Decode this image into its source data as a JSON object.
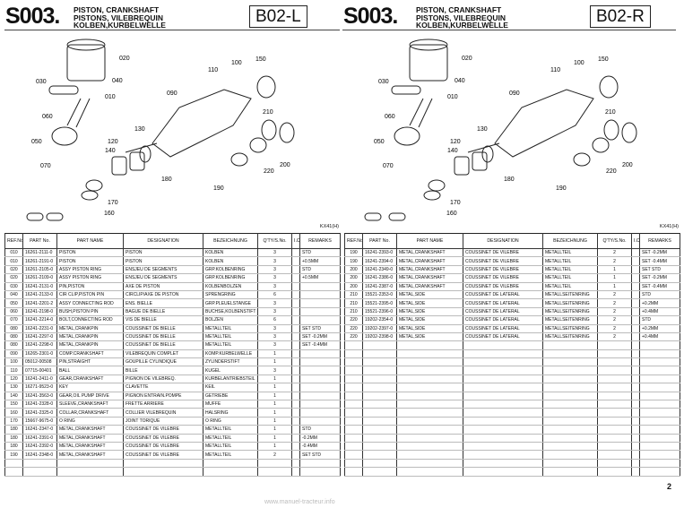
{
  "pages": [
    {
      "code": "S003.",
      "titles": [
        "PISTON, CRANKSHAFT",
        "PISTONS, VILEBREQUIN",
        "KOLBEN,KURBELWELLE"
      ],
      "section": "B02-L",
      "model": "KX41(H)",
      "columns": [
        "REF.No.",
        "PART No.",
        "PART NAME",
        "DESIGNATION",
        "BEZEICHNUNG",
        "Q'TY/S.No.",
        "I.C.",
        "REMARKS"
      ],
      "rows": [
        [
          "010",
          "16261-2111-0",
          "PISTON",
          "PISTON",
          "KOLBEN",
          "3",
          "",
          "STD"
        ],
        [
          "010",
          "16261-2191-0",
          "PISTON",
          "PISTON",
          "KOLBEN",
          "3",
          "",
          "+0.5MM"
        ],
        [
          "020",
          "16261-2105-0",
          "ASSY PISTON RING",
          "ENSJEU DE SEGMENTS",
          "GRP.KOLBENRING",
          "3",
          "",
          "STD"
        ],
        [
          "020",
          "16261-2109-0",
          "ASSY PISTON RING",
          "ENSJEU DE SEGMENTS",
          "GRP.KOLBENRING",
          "3",
          "",
          "+0.5MM"
        ],
        [
          "030",
          "16241-2131-0",
          "PIN,PISTON",
          "AXE DE PISTON",
          "KOLBENBOLZEN",
          "3",
          "",
          ""
        ],
        [
          "040",
          "16241-2133-0",
          "CIR CLIP,PISTON PIN",
          "CIRCLIP/AXE DE PISTON",
          "SPRENGRING",
          "6",
          "",
          ""
        ],
        [
          "050",
          "16241-2201-2",
          "ASSY CONNECTING ROD",
          "ENS. BIELLE",
          "GRP.PLEUELSTANGE",
          "3",
          "",
          ""
        ],
        [
          "060",
          "16241-2198-0",
          "BUSH,PISTON PIN",
          "BAGUE DE BIELLE",
          "BUCHSE,KOLBENSTIFT",
          "3",
          "",
          ""
        ],
        [
          "070",
          "16241-2214-0",
          "BOLT,CONNECTING ROD",
          "VIS DE BIELLE",
          "BOLZEN",
          "6",
          "",
          ""
        ],
        [
          "080",
          "16241-2231-0",
          "METAL,CRANKPIN",
          "COUSSINET DE BIELLE",
          "METALLTEIL",
          "3",
          "",
          "SET STD"
        ],
        [
          "080",
          "16241-2297-0",
          "METAL,CRANKPIN",
          "COUSSINET DE BIELLE",
          "METALLTEIL",
          "3",
          "",
          "SET -0.2MM"
        ],
        [
          "080",
          "16241-2298-0",
          "METAL,CRANKPIN",
          "COUSSINET DE BIELLE",
          "METALLTEIL",
          "3",
          "",
          "SET -0.4MM"
        ],
        [
          "090",
          "16265-2301-0",
          "COMP.CRANKSHAFT",
          "VILEBREQUIN COMPLET",
          "KOMP.KURBELWELLE",
          "1",
          "",
          ""
        ],
        [
          "100",
          "05012-00508",
          "PIN,STRAIGHT",
          "GOUPILLE CYLINDIQUE",
          "ZYLINDERSTIFT",
          "1",
          "",
          ""
        ],
        [
          "110",
          "07715-00401",
          "BALL",
          "BILLE",
          "KUGEL",
          "3",
          "",
          ""
        ],
        [
          "120",
          "16241-2411-0",
          "GEAR,CRANKSHAFT",
          "PIGNON DE VILEBREQ.",
          "KURBELANTRIEBSTEIL",
          "1",
          "",
          ""
        ],
        [
          "130",
          "16271-9523-0",
          "KEY",
          "CLAVETTE",
          "KEIL",
          "1",
          "",
          ""
        ],
        [
          "140",
          "16241-3563-0",
          "GEAR,OIL PUMP DRIVE",
          "PIGNON ENTRAIN.POMPE",
          "GETRIEBE",
          "1",
          "",
          ""
        ],
        [
          "150",
          "16241-2328-0",
          "SLEEVE,CRANKSHAFT",
          "FRETTE ARRIERE",
          "MUFFE",
          "1",
          "",
          ""
        ],
        [
          "160",
          "16241-2325-0",
          "COLLAR,CRANKSHAFT",
          "COLLIER VILEBREQUIN",
          "HALSRING",
          "1",
          "",
          ""
        ],
        [
          "170",
          "15667-9675-0",
          "O RING",
          "JOINT TORIQUE",
          "O RING",
          "1",
          "",
          ""
        ],
        [
          "180",
          "16241-2347-0",
          "METAL,CRANKSHAFT",
          "COUSSINET DE VILEBRE",
          "METALLTEIL",
          "1",
          "",
          "STD"
        ],
        [
          "180",
          "16241-2391-0",
          "METAL,CRANKSHAFT",
          "COUSSINET DE VILEBRE",
          "METALLTEIL",
          "1",
          "",
          "-0.2MM"
        ],
        [
          "180",
          "16241-2392-0",
          "METAL,CRANKSHAFT",
          "COUSSINET DE VILEBRE",
          "METALLTEIL",
          "1",
          "",
          "-0.4MM"
        ],
        [
          "190",
          "16241-2348-0",
          "METAL,CRANKSHAFT",
          "COUSSINET DE VILEBRE",
          "METALLTEIL",
          "2",
          "",
          "SET STD"
        ]
      ]
    },
    {
      "code": "S003.",
      "titles": [
        "PISTON, CRANKSHAFT",
        "PISTONS, VILEBREQUIN",
        "KOLBEN,KURBELWELLE"
      ],
      "section": "B02-R",
      "model": "KX41(H)",
      "columns": [
        "REF.No.",
        "PART No.",
        "PART NAME",
        "DESIGNATION",
        "BEZEICHNUNG",
        "Q'TY/S.No.",
        "I.C.",
        "REMARKS"
      ],
      "rows": [
        [
          "190",
          "16241-2393-0",
          "METAL,CRANKSHAFT",
          "COUSSINET DE VILEBRE",
          "METALLTEIL",
          "2",
          "",
          "SET -0.2MM"
        ],
        [
          "190",
          "16241-2394-0",
          "METAL,CRANKSHAFT",
          "COUSSINET DE VILEBRE",
          "METALLTEIL",
          "2",
          "",
          "SET -0.4MM"
        ],
        [
          "200",
          "16241-2349-0",
          "METAL,CRANKSHAFT",
          "COUSSINET DE VILEBRE",
          "METALLTEIL",
          "1",
          "",
          "SET STD"
        ],
        [
          "200",
          "16241-2386-0",
          "METAL,CRANKSHAFT",
          "COUSSINET DE VILEBRE",
          "METALLTEIL",
          "1",
          "",
          "SET -0.2MM"
        ],
        [
          "200",
          "16241-2387-0",
          "METAL,CRANKSHAFT",
          "COUSSINET DE VILEBRE",
          "METALLTEIL",
          "1",
          "",
          "SET -0.4MM"
        ],
        [
          "210",
          "15521-2353-0",
          "METAL,SIDE",
          "COUSSINET DE LATERAL",
          "METALLSEITENRING",
          "2",
          "",
          "STD"
        ],
        [
          "210",
          "15521-2395-0",
          "METAL,SIDE",
          "COUSSINET DE LATERAL",
          "METALLSEITENRING",
          "2",
          "",
          "+0.2MM"
        ],
        [
          "210",
          "15521-2396-0",
          "METAL,SIDE",
          "COUSSINET DE LATERAL",
          "METALLSEITENRING",
          "2",
          "",
          "+0.4MM"
        ],
        [
          "220",
          "19202-2354-0",
          "METAL,SIDE",
          "COUSSINET DE LATERAL",
          "METALLSEITENRING",
          "2",
          "",
          "STD"
        ],
        [
          "220",
          "19202-2397-0",
          "METAL,SIDE",
          "COUSSINET DE LATERAL",
          "METALLSEITENRING",
          "2",
          "",
          "+0.2MM"
        ],
        [
          "220",
          "19202-2398-0",
          "METAL,SIDE",
          "COUSSINET DE LATERAL",
          "METALLSEITENRING",
          "2",
          "",
          "+0.4MM"
        ]
      ]
    }
  ],
  "callouts": [
    "020",
    "030",
    "040",
    "010",
    "060",
    "050",
    "070",
    "090",
    "100",
    "110",
    "150",
    "120",
    "130",
    "140",
    "170",
    "160",
    "180",
    "190",
    "200",
    "210",
    "220"
  ],
  "page_number": "2",
  "watermark": "www.manuel-tracteur.info"
}
